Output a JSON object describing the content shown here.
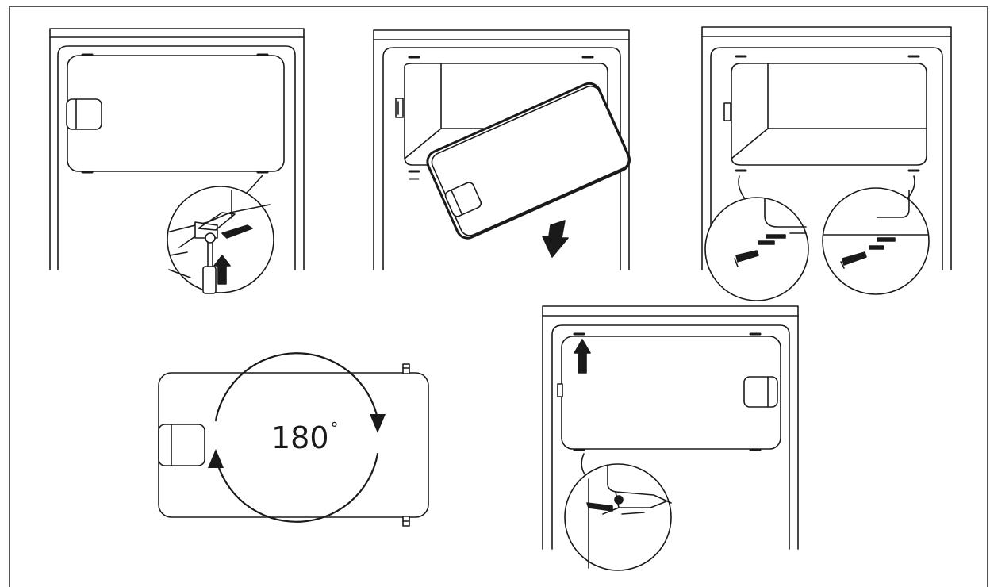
{
  "figure": {
    "steps": [
      {
        "id": "step-1",
        "action": "unscrew-lower-hinge"
      },
      {
        "id": "step-2",
        "action": "remove-door"
      },
      {
        "id": "step-3",
        "action": "swap-hinge-pins"
      },
      {
        "id": "step-4",
        "action": "rotate-door",
        "rotation_label": "180",
        "rotation_unit": "°"
      },
      {
        "id": "step-5",
        "action": "refit-door"
      }
    ],
    "colors": {
      "line": "#1a1a1a",
      "fill": "#ffffff",
      "border": "#555555"
    }
  }
}
